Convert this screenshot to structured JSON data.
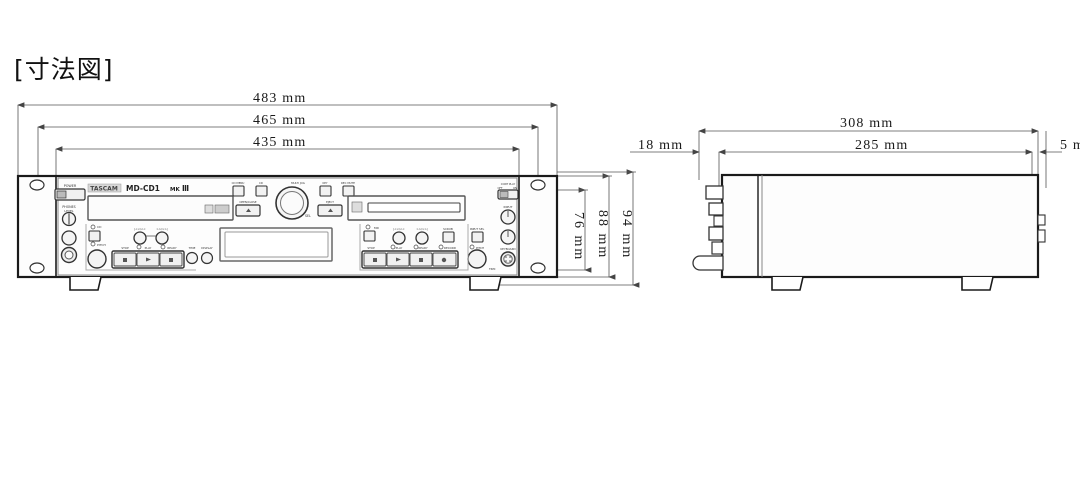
{
  "page": {
    "title": "[寸法図]",
    "background_color": "#ffffff",
    "line_color": "#555555",
    "outline_color": "#1a1a1a"
  },
  "units": "mm",
  "front_view": {
    "name": "front-panel-view",
    "brand": "TASCAM",
    "model": "MD-CD1MKIII",
    "labels": {
      "power": "POWER",
      "phones": "PHONES",
      "phones_level": "LEVEL",
      "cont_play": "CONT PLAY",
      "cont_play_off": "OFF",
      "cont_play_on": "ON",
      "input": "INPUT",
      "keyboard": "KEYBOARD",
      "input_sel": "INPUT SEL",
      "open_close": "OPEN/CLOSE",
      "eject": "EJECT",
      "multi_jog": "MULTI JOG",
      "sel": "SEL",
      "stop": "STOP",
      "play": "PLAY",
      "ready": "READY",
      "record": "RECORD",
      "time": "TIME",
      "display": "DISPLAY",
      "cd": "CD",
      "md": "MD",
      "cd_menu": "CD MENU",
      "md_menu": "MD MENU",
      "skip_back": "|<< /<<",
      "skip_fwd": ">>/ >>|",
      "rec_mute": "REC MUTE",
      "key": "KEY",
      "level": "LEVEL"
    }
  },
  "side_view": {
    "name": "side-profile-view"
  },
  "dimensions": {
    "horizontal_front": [
      {
        "id": "front-483",
        "value": "483",
        "unit": "mm",
        "text": "483  mm"
      },
      {
        "id": "front-465",
        "value": "465",
        "unit": "mm",
        "text": "465  mm"
      },
      {
        "id": "front-435",
        "value": "435",
        "unit": "mm",
        "text": "435  mm"
      }
    ],
    "vertical_front": [
      {
        "id": "front-76",
        "value": "76",
        "unit": "mm",
        "text": "76  mm"
      },
      {
        "id": "front-88",
        "value": "88",
        "unit": "mm",
        "text": "88  mm"
      },
      {
        "id": "front-94",
        "value": "94",
        "unit": "mm",
        "text": "94  mm"
      }
    ],
    "horizontal_side": [
      {
        "id": "side-308",
        "value": "308",
        "unit": "mm",
        "text": "308  mm"
      },
      {
        "id": "side-285",
        "value": "285",
        "unit": "mm",
        "text": "285  mm"
      },
      {
        "id": "side-18",
        "value": "18",
        "unit": "mm",
        "text": "18  mm"
      },
      {
        "id": "side-5",
        "value": "5",
        "unit": "mm",
        "text": "5  m"
      }
    ]
  }
}
